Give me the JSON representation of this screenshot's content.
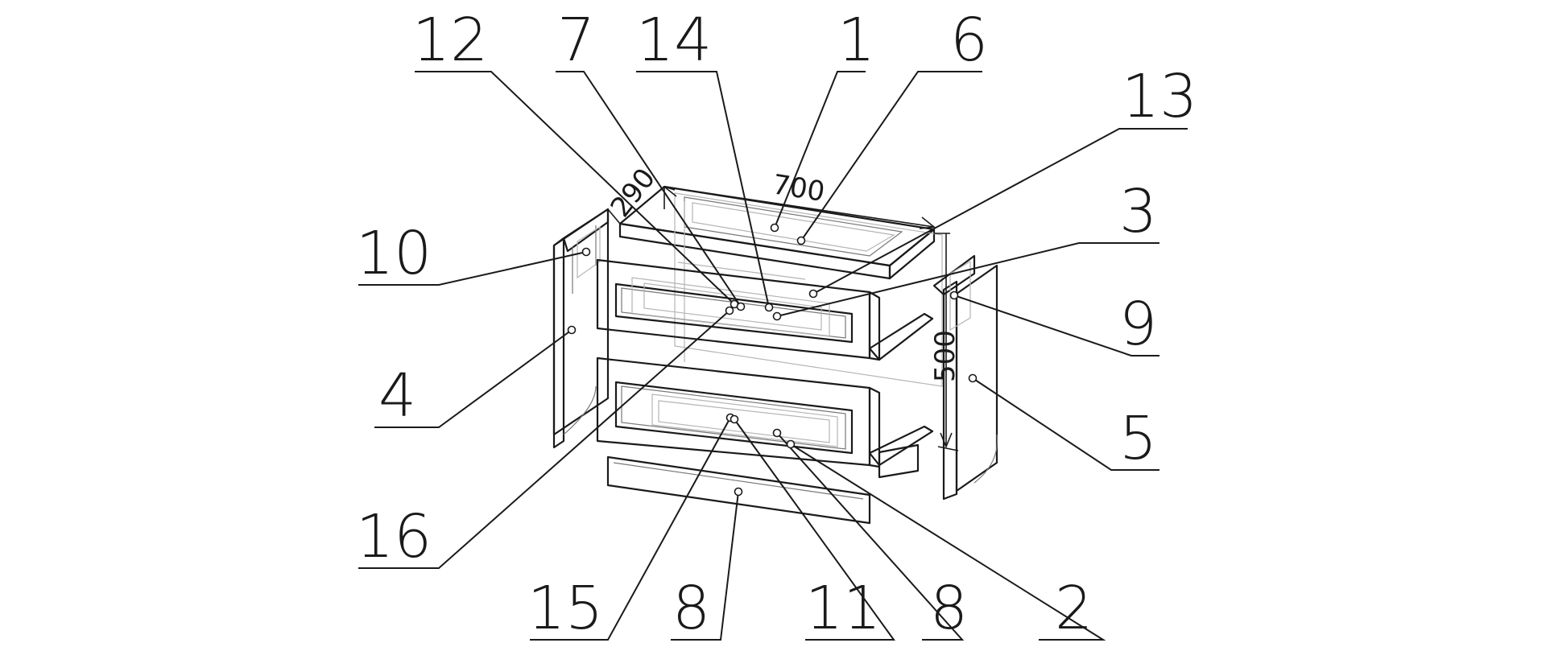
{
  "callouts": {
    "c12": "12",
    "c7": "7",
    "c14": "14",
    "c1": "1",
    "c6": "6",
    "c13": "13",
    "c3": "3",
    "c9": "9",
    "c5": "5",
    "c10": "10",
    "c4": "4",
    "c16": "16",
    "c15": "15",
    "c8a": "8",
    "c11": "11",
    "c8b": "8",
    "c2": "2"
  },
  "dimensions": {
    "width": "700",
    "depth": "290",
    "height": "500"
  }
}
